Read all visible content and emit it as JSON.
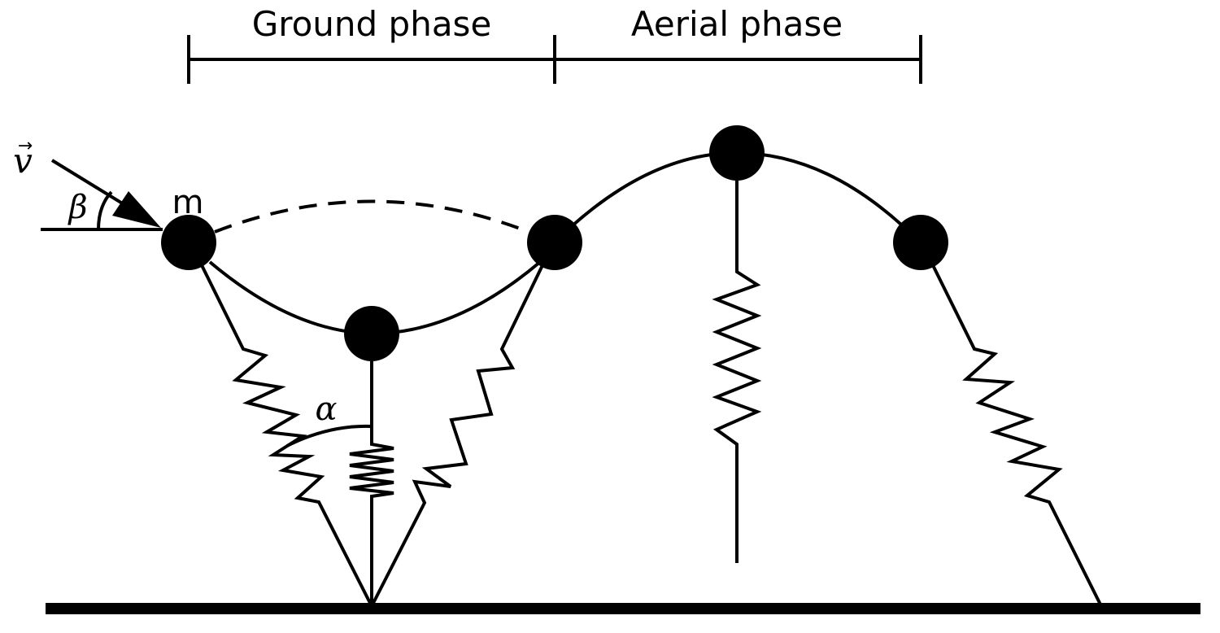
{
  "phases": {
    "ground_label": "Ground phase",
    "aerial_label": "Aerial phase"
  },
  "symbols": {
    "velocity": "v",
    "velocity_arrow": "⃗",
    "beta": "β",
    "alpha": "α",
    "mass": "m"
  },
  "colors": {
    "ink": "#000000",
    "background": "#ffffff"
  }
}
